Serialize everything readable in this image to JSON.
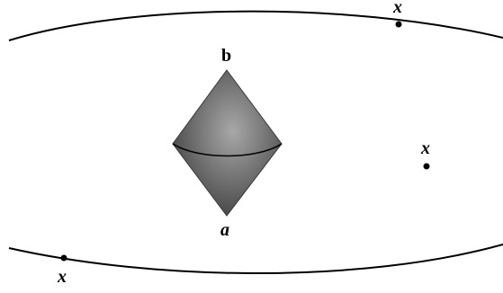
{
  "labels": {
    "top_vertex": "b",
    "bottom_vertex": "a",
    "point_upper_curve": "x",
    "point_interior": "x",
    "point_lower_curve": "x"
  },
  "colors": {
    "line": "#000000",
    "shape_fill_light": "#9a9a9a",
    "shape_fill_dark": "#4a4a4a",
    "background": "#ffffff"
  }
}
